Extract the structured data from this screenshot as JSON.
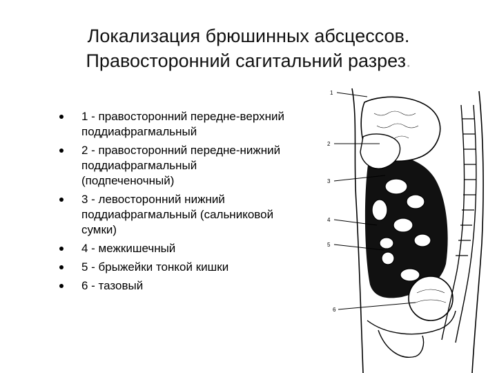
{
  "slide": {
    "title_line1": "Локализация брюшинных абсцессов.",
    "title_line2": "Правосторонний сагитальний разрез",
    "title_trailing_dot": ".",
    "bullets": [
      {
        "text": "1 - правосторонний передне-верхний поддиафрагмальный"
      },
      {
        "text": "2 - правосторонний передне-нижний поддиафрагмальный (подпеченочный)"
      },
      {
        "text": "3 - левосторонний нижний поддиафрагмальный (сальниковой сумки)"
      },
      {
        "text": "4 - межкишечный"
      },
      {
        "text": "5 - брыжейки тонкой кишки"
      },
      {
        "text": "6 - тазовый"
      }
    ]
  },
  "figure": {
    "labels": [
      "1",
      "2",
      "3",
      "4",
      "5",
      "6"
    ],
    "colors": {
      "ink": "#000000",
      "fill_light": "#ffffff",
      "fill_dark": "#111111"
    }
  }
}
